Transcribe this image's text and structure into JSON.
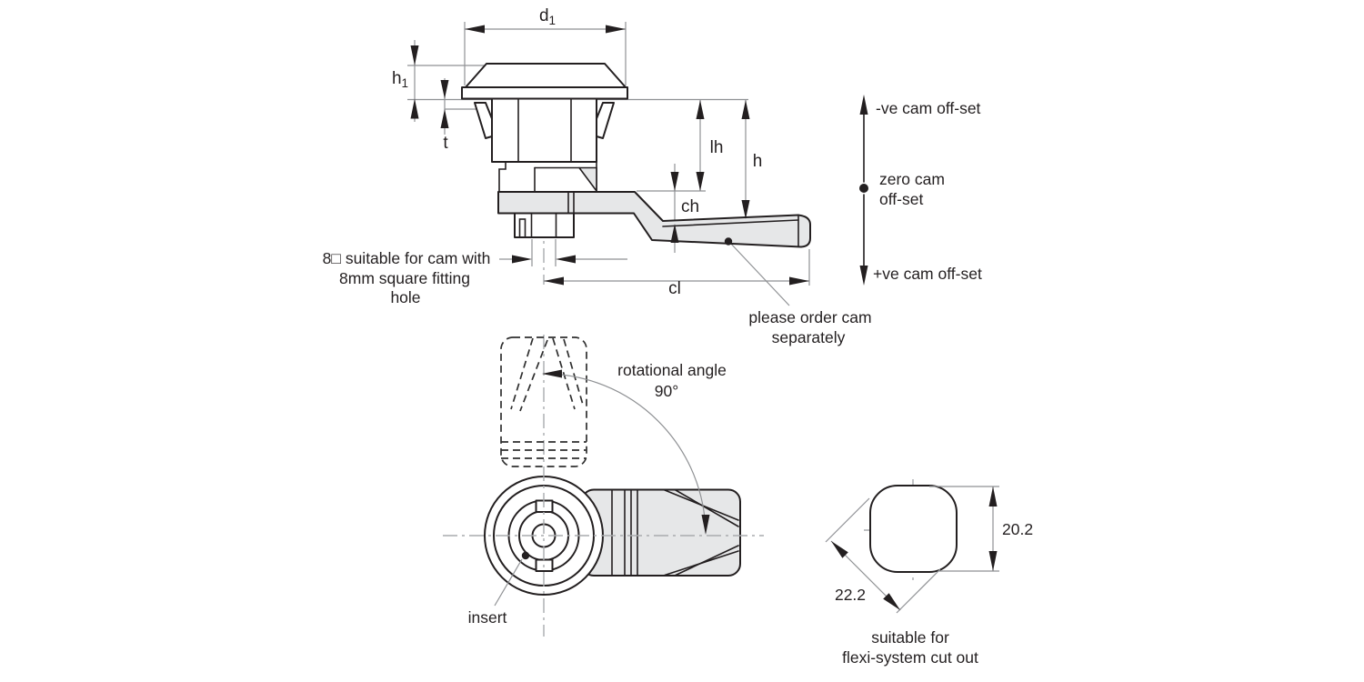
{
  "colors": {
    "background": "#ffffff",
    "outline": "#231f20",
    "dim_line": "#8f9194",
    "cam_fill": "#e6e7e8",
    "text": "#231f20"
  },
  "side_view": {
    "dim_d1": {
      "base": "d",
      "sub": "1"
    },
    "dim_h1": {
      "base": "h",
      "sub": "1"
    },
    "dim_t": "t",
    "dim_lh": "lh",
    "dim_h": "h",
    "dim_ch": "ch",
    "dim_cl": "cl",
    "square_note": [
      "8□ suitable for cam with",
      "8mm square fitting",
      "hole"
    ],
    "cam_note": [
      "please order cam",
      "separately"
    ]
  },
  "offset_legend": {
    "negative": "-ve cam off-set",
    "zero": [
      "zero cam",
      "off-set"
    ],
    "positive": "+ve cam off-set"
  },
  "top_view": {
    "rotation_note": [
      "rotational angle",
      "90°"
    ],
    "insert_label": "insert"
  },
  "cutout_view": {
    "dim_height": "20.2",
    "dim_width": "22.2",
    "caption": [
      "suitable for",
      "flexi-system cut out"
    ]
  }
}
